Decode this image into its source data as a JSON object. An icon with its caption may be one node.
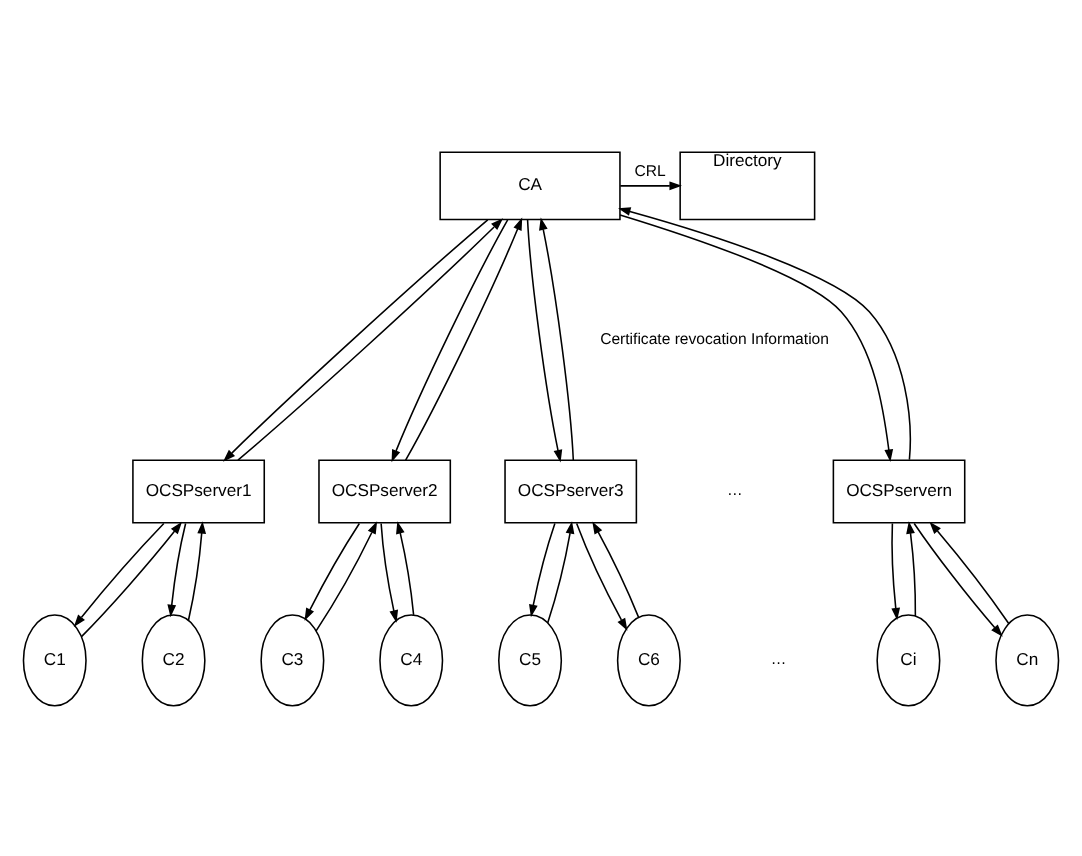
{
  "diagram": {
    "nodes": [
      {
        "text": [
          "CA"
        ]
      },
      {
        "text": [
          "Directory"
        ]
      },
      {
        "text": [
          "OCSPserver1"
        ]
      },
      {
        "text": [
          "OCSPserver2"
        ]
      },
      {
        "text": [
          "OCSPserver3"
        ]
      },
      {
        "text": [
          "OCSPservern"
        ]
      },
      {
        "text": [
          "C1"
        ]
      },
      {
        "text": [
          "C2"
        ]
      },
      {
        "text": [
          "C3"
        ]
      },
      {
        "text": [
          "C4"
        ]
      },
      {
        "text": [
          "C5"
        ]
      },
      {
        "text": [
          "C6"
        ]
      },
      {
        "text": [
          "Ci"
        ]
      },
      {
        "text": [
          "Cn"
        ]
      }
    ],
    "edges": [
      {
        "from": 0,
        "to": 1,
        "arrow": "to",
        "label": "CRL"
      },
      {
        "from": 0,
        "to": 2,
        "arrow": "to"
      },
      {
        "from": 2,
        "to": 0,
        "arrow": "to"
      },
      {
        "from": 0,
        "to": 3,
        "arrow": "to"
      },
      {
        "from": 3,
        "to": 0,
        "arrow": "to"
      },
      {
        "from": 0,
        "to": 4,
        "arrow": "to"
      },
      {
        "from": 4,
        "to": 0,
        "arrow": "to"
      },
      {
        "from": 0,
        "to": 5,
        "arrow": "to"
      },
      {
        "from": 5,
        "to": 0,
        "arrow": "to"
      },
      {
        "from": 6,
        "to": 2,
        "arrow": "to"
      },
      {
        "from": 2,
        "to": 6,
        "arrow": "to"
      },
      {
        "from": 7,
        "to": 2,
        "arrow": "to"
      },
      {
        "from": 2,
        "to": 7,
        "arrow": "to"
      },
      {
        "from": 8,
        "to": 3,
        "arrow": "to"
      },
      {
        "from": 3,
        "to": 8,
        "arrow": "to"
      },
      {
        "from": 9,
        "to": 3,
        "arrow": "to"
      },
      {
        "from": 3,
        "to": 9,
        "arrow": "to"
      },
      {
        "from": 10,
        "to": 4,
        "arrow": "to"
      },
      {
        "from": 4,
        "to": 10,
        "arrow": "to"
      },
      {
        "from": 11,
        "to": 4,
        "arrow": "to"
      },
      {
        "from": 4,
        "to": 11,
        "arrow": "to"
      },
      {
        "from": 12,
        "to": 5,
        "arrow": "to"
      },
      {
        "from": 5,
        "to": 12,
        "arrow": "to"
      },
      {
        "from": 13,
        "to": 5,
        "arrow": "to"
      },
      {
        "from": 5,
        "to": 13,
        "arrow": "to"
      }
    ],
    "labels": [
      "Certificate revocation Information",
      "…",
      "…"
    ]
  }
}
